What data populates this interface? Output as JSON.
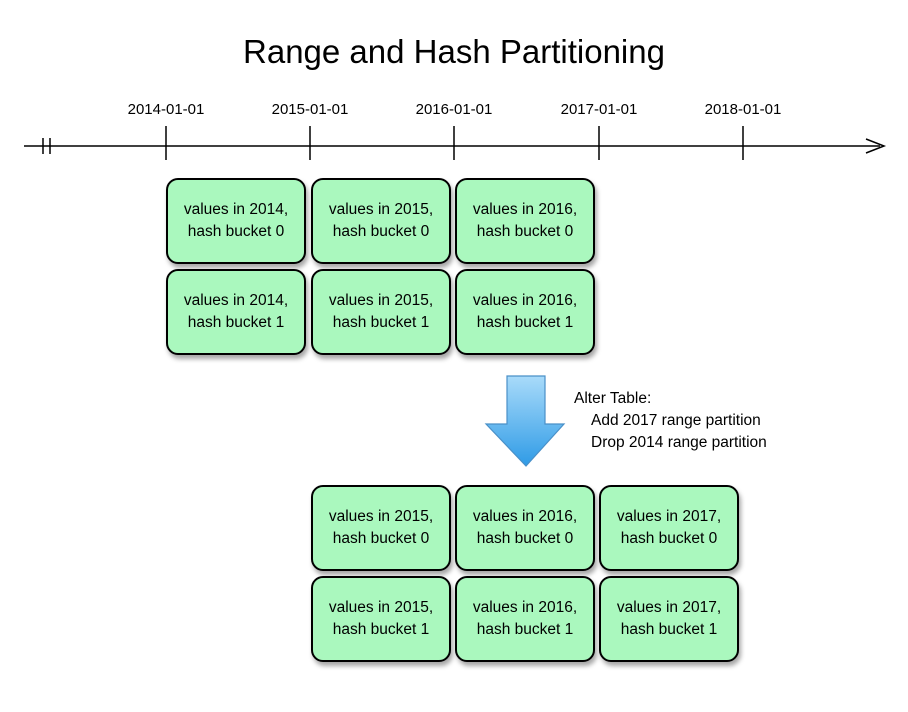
{
  "title": "Range and Hash Partitioning",
  "timeline": {
    "ticks": [
      "2014-01-01",
      "2015-01-01",
      "2016-01-01",
      "2017-01-01",
      "2018-01-01"
    ]
  },
  "before": {
    "rows": [
      [
        "values in 2014,\nhash bucket 0",
        "values in 2015,\nhash bucket 0",
        "values in 2016,\nhash bucket 0"
      ],
      [
        "values in 2014,\nhash bucket 1",
        "values in 2015,\nhash bucket 1",
        "values in 2016,\nhash bucket 1"
      ]
    ]
  },
  "alter": {
    "title": "Alter Table:",
    "steps": [
      "Add 2017 range partition",
      "Drop 2014 range partition"
    ]
  },
  "after": {
    "rows": [
      [
        "values in 2015,\nhash bucket 0",
        "values in 2016,\nhash bucket 0",
        "values in 2017,\nhash bucket 0"
      ],
      [
        "values in 2015,\nhash bucket 1",
        "values in 2016,\nhash bucket 1",
        "values in 2017,\nhash bucket 1"
      ]
    ]
  },
  "colors": {
    "cell_fill": "#aaf8be",
    "arrow_top": "#a9dbfa",
    "arrow_bottom": "#2f9be6"
  }
}
